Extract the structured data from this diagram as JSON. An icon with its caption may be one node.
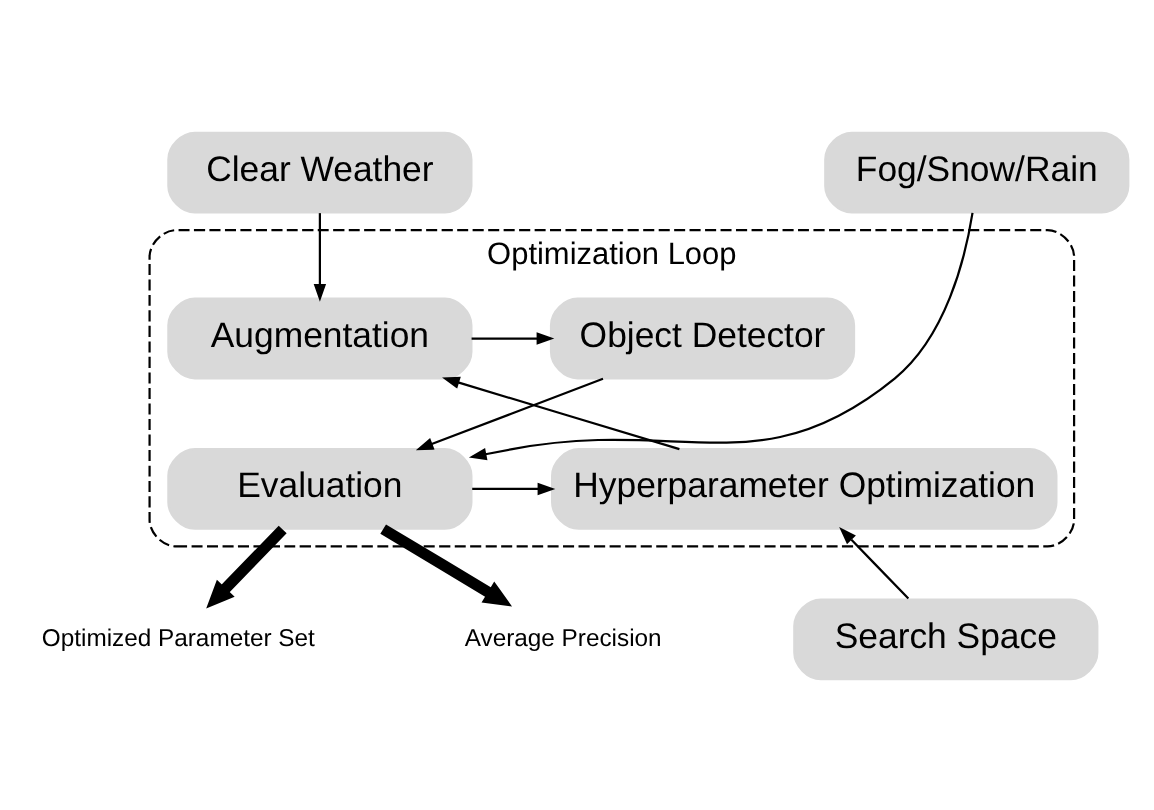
{
  "diagram": {
    "nodes": [
      {
        "text": [
          "Clear Weather"
        ]
      },
      {
        "text": [
          "Fog/Snow/Rain"
        ]
      },
      {
        "text": [
          "Optimization Loop"
        ]
      },
      {
        "text": [
          "Augmentation"
        ],
        "in": 2
      },
      {
        "text": [
          "Object Detector"
        ],
        "in": 2
      },
      {
        "text": [
          "Hyperparameter Optimization"
        ],
        "in": 2
      },
      {
        "text": [
          "Evaluation"
        ],
        "in": 2
      },
      {
        "text": [
          "Search Space"
        ]
      },
      {
        "text": [
          "Optimized Parameter Set"
        ]
      },
      {
        "text": [
          "Average Precision"
        ]
      }
    ],
    "edges": [
      {
        "from": 0,
        "to": 3,
        "arrow": "to"
      },
      {
        "from": 1,
        "to": 6,
        "arrow": "to"
      },
      {
        "from": 3,
        "to": 4,
        "arrow": "to"
      },
      {
        "from": 4,
        "to": 6,
        "arrow": "to"
      },
      {
        "from": 6,
        "to": 5,
        "arrow": "to"
      },
      {
        "from": 5,
        "to": 3,
        "arrow": "to"
      },
      {
        "from": 7,
        "to": 5,
        "arrow": "to"
      },
      {
        "from": 6,
        "to": 8,
        "arrow": "to",
        "style": "thick"
      },
      {
        "from": 6,
        "to": 9,
        "arrow": "to",
        "style": "thick"
      }
    ]
  }
}
